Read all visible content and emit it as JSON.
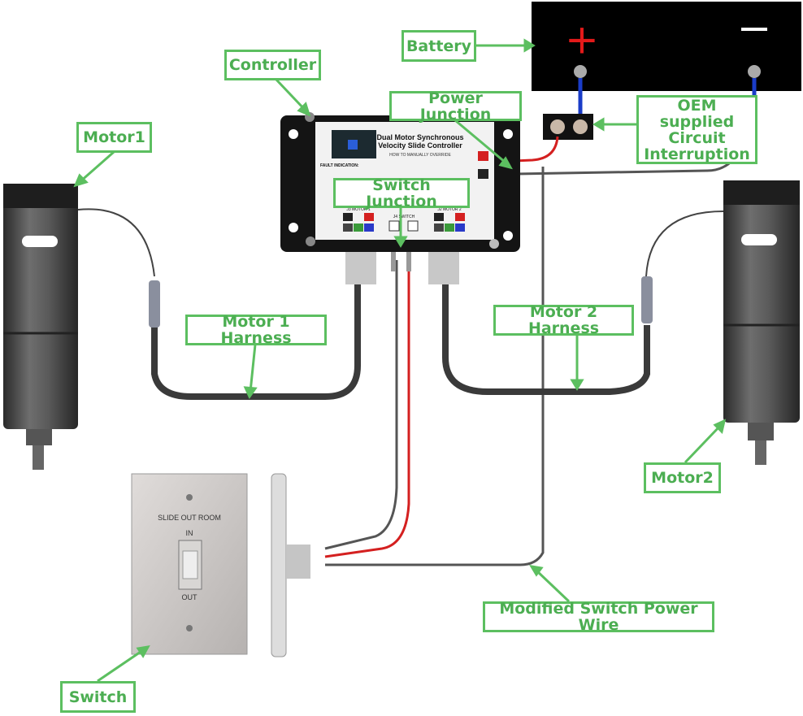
{
  "labels": {
    "battery": "Battery",
    "controller": "Controller",
    "motor1": "Motor1",
    "power_junction": "Power Junction",
    "oem_1": "OEM supplied",
    "oem_2": "Circuit",
    "oem_3": "Interruption",
    "switch_junction": "Switch Junction",
    "motor1_harness": "Motor 1 Harness",
    "motor2_harness": "Motor 2 Harness",
    "motor2": "Motor2",
    "modified_switch_power_wire": "Modified Switch Power Wire",
    "switch": "Switch"
  },
  "controller_panel": {
    "title_1": "Dual Motor Synchronous",
    "title_2": "Velocity Slide Controller",
    "subtitle": "HOW TO MANUALLY OVERRIDE",
    "fault": "FAULT INDICATION:",
    "motor1_port": "J3 MOTOR 1",
    "motor2_port": "J2 MOTOR 2",
    "switch_port": "J4 SWITCH"
  },
  "switch_plate": {
    "title": "SLIDE OUT ROOM",
    "in": "IN",
    "out": "OUT"
  },
  "battery_terminals": {
    "positive": "+",
    "negative": "−"
  },
  "colors": {
    "label_green": "#5cbf60",
    "wire_red": "#d42020",
    "battery": "#000000"
  }
}
